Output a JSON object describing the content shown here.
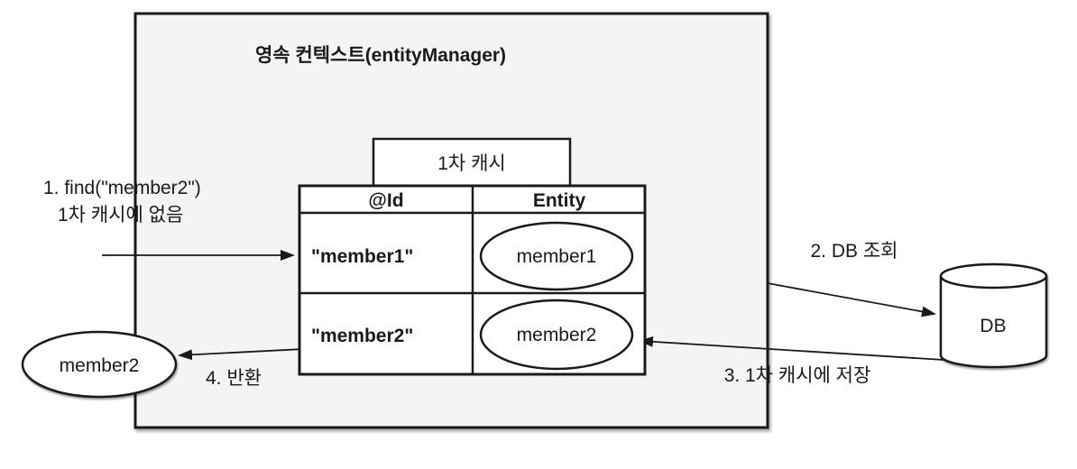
{
  "container": {
    "title": "영속 컨텍스트(entityManager)"
  },
  "first_level_cache": {
    "label": "1차 캐시",
    "table": {
      "headers": {
        "id": "@Id",
        "entity": "Entity"
      },
      "rows": [
        {
          "id": "\"member1\"",
          "entity": "member1"
        },
        {
          "id": "\"member2\"",
          "entity": "member2"
        }
      ]
    }
  },
  "database": {
    "label": "DB"
  },
  "returned_entity": {
    "label": "member2"
  },
  "steps": {
    "find": {
      "line1": "1. find(\"member2\")",
      "line2": "1차 캐시에 없음"
    },
    "db_query": {
      "label": "2. DB 조회"
    },
    "store_in_cache": {
      "label": "3. 1차 캐시에 저장"
    },
    "return": {
      "label": "4. 반환"
    }
  },
  "colors": {
    "page_background": "#ffffff",
    "container_fill": "#f4f4f4",
    "shape_fill": "#ffffff",
    "line_stroke": "#1a1a1a",
    "text": "#1a1a1a"
  }
}
